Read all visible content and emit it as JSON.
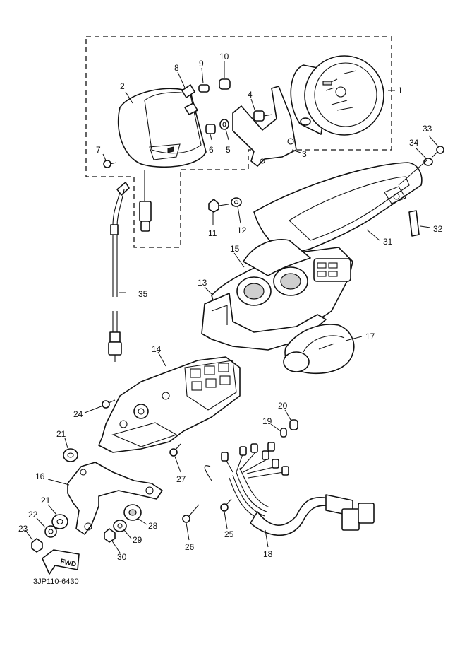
{
  "diagram": {
    "callouts": [
      {
        "id": "1",
        "label": "1"
      },
      {
        "id": "2",
        "label": "2"
      },
      {
        "id": "3",
        "label": "3"
      },
      {
        "id": "4",
        "label": "4"
      },
      {
        "id": "5",
        "label": "5"
      },
      {
        "id": "6",
        "label": "6"
      },
      {
        "id": "7",
        "label": "7"
      },
      {
        "id": "8",
        "label": "8"
      },
      {
        "id": "9",
        "label": "9"
      },
      {
        "id": "10",
        "label": "10"
      },
      {
        "id": "11",
        "label": "11"
      },
      {
        "id": "12",
        "label": "12"
      },
      {
        "id": "13",
        "label": "13"
      },
      {
        "id": "14",
        "label": "14"
      },
      {
        "id": "15",
        "label": "15"
      },
      {
        "id": "16",
        "label": "16"
      },
      {
        "id": "17",
        "label": "17"
      },
      {
        "id": "18",
        "label": "18"
      },
      {
        "id": "19",
        "label": "19"
      },
      {
        "id": "20",
        "label": "20"
      },
      {
        "id": "21a",
        "label": "21"
      },
      {
        "id": "21b",
        "label": "21"
      },
      {
        "id": "22",
        "label": "22"
      },
      {
        "id": "23",
        "label": "23"
      },
      {
        "id": "24",
        "label": "24"
      },
      {
        "id": "25",
        "label": "25"
      },
      {
        "id": "26",
        "label": "26"
      },
      {
        "id": "27",
        "label": "27"
      },
      {
        "id": "28",
        "label": "28"
      },
      {
        "id": "29",
        "label": "29"
      },
      {
        "id": "30",
        "label": "30"
      },
      {
        "id": "31",
        "label": "31"
      },
      {
        "id": "32",
        "label": "32"
      },
      {
        "id": "33",
        "label": "33"
      },
      {
        "id": "34",
        "label": "34"
      },
      {
        "id": "35",
        "label": "35"
      }
    ],
    "fwd_label": "FWD",
    "drawing_code": "3JP110-6430"
  }
}
